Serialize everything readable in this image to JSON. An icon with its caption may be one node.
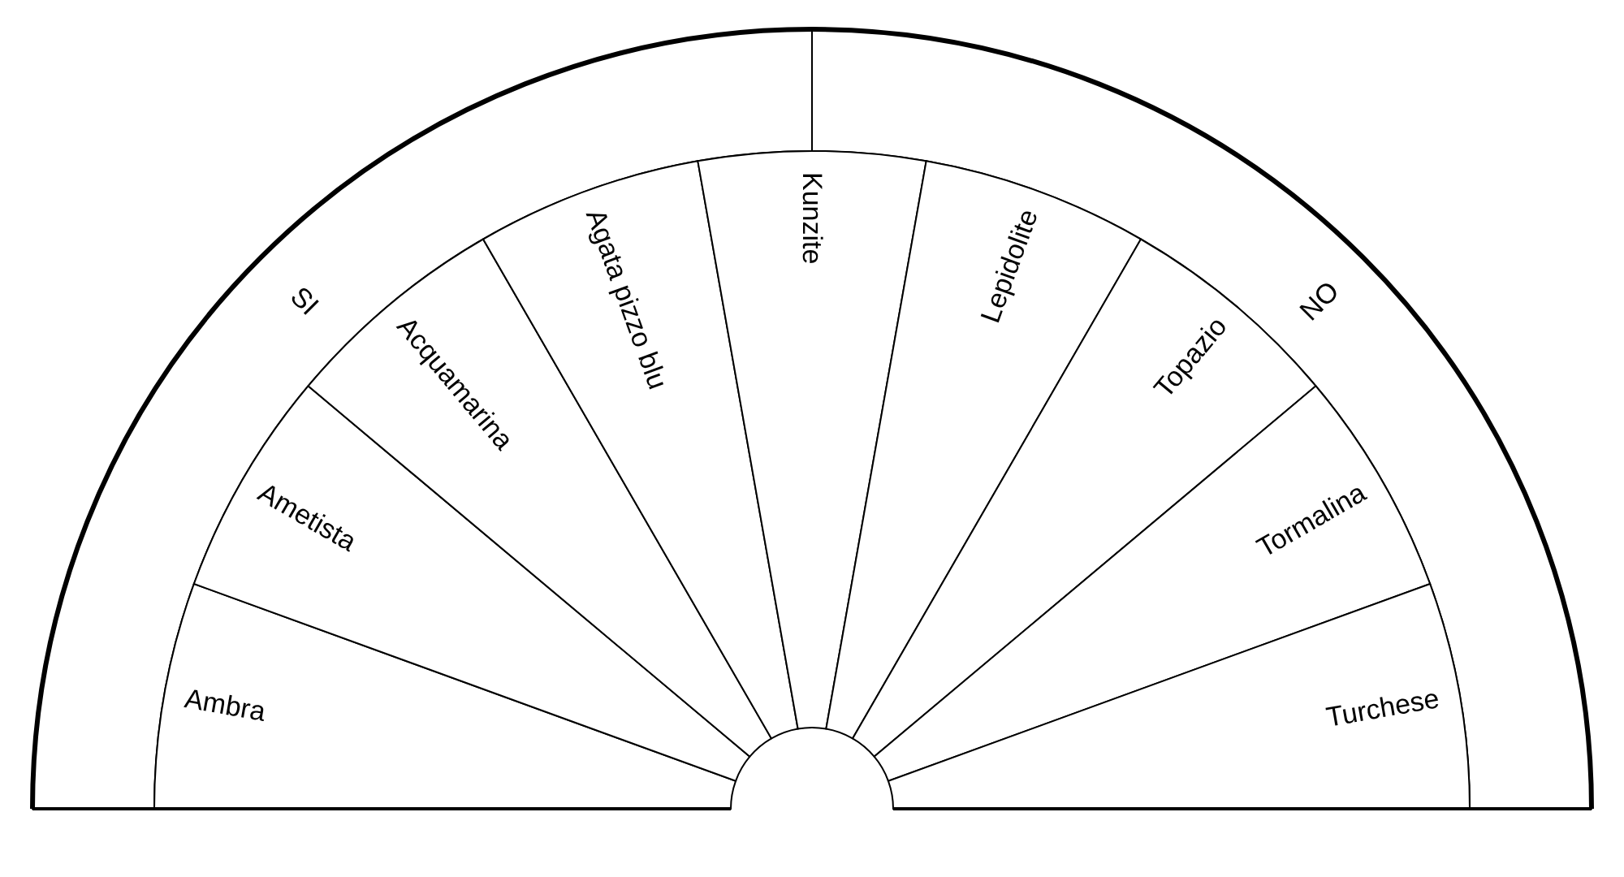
{
  "diagram": {
    "nodes": [
      {
        "text": [
          "SI"
        ]
      },
      {
        "text": [
          "NO"
        ]
      },
      {
        "text": [
          "Ambra"
        ]
      },
      {
        "text": [
          "Ametista"
        ]
      },
      {
        "text": [
          "Acquamarina"
        ]
      },
      {
        "text": [
          "Agata pizzo blu"
        ]
      },
      {
        "text": [
          "Kunzite"
        ]
      },
      {
        "text": [
          "Lepidolite"
        ]
      },
      {
        "text": [
          "Topazio"
        ]
      },
      {
        "text": [
          "Tormalina"
        ]
      },
      {
        "text": [
          "Turchese"
        ]
      }
    ]
  }
}
